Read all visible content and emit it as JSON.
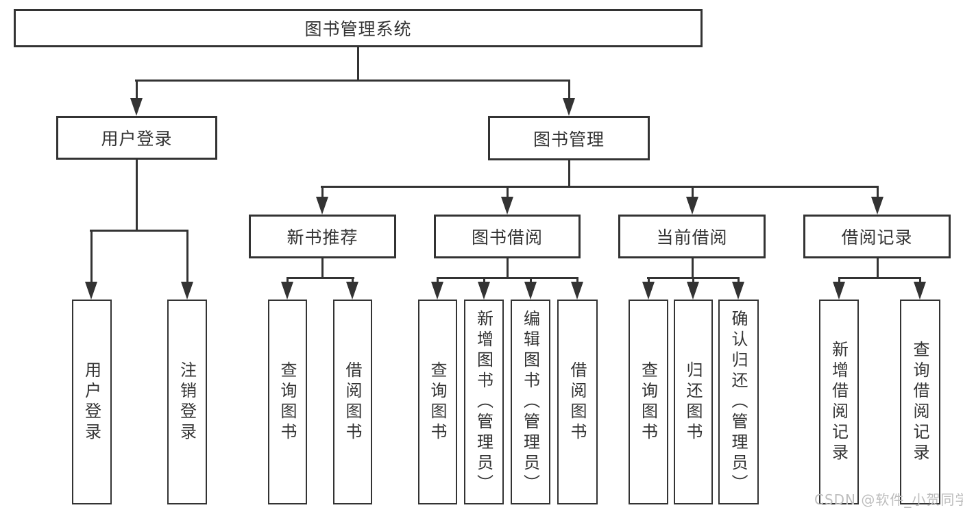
{
  "diagram": {
    "watermark": "CSDN @软件_小贺同学",
    "colors": {
      "line": "#333333",
      "box_border": "#333333",
      "box_bg": "#ffffff",
      "text": "#333333",
      "watermark": "#bdbdbd"
    },
    "tree": {
      "label": "图书管理系统",
      "children": [
        {
          "label": "用户登录",
          "children": [
            {
              "label": "用户登录"
            },
            {
              "label": "注销登录"
            }
          ]
        },
        {
          "label": "图书管理",
          "children": [
            {
              "label": "新书推荐",
              "children": [
                {
                  "label": "查询图书"
                },
                {
                  "label": "借阅图书"
                }
              ]
            },
            {
              "label": "图书借阅",
              "children": [
                {
                  "label": "查询图书"
                },
                {
                  "label": "新增图书（管理员）"
                },
                {
                  "label": "编辑图书（管理员）"
                },
                {
                  "label": "借阅图书"
                }
              ]
            },
            {
              "label": "当前借阅",
              "children": [
                {
                  "label": "查询图书"
                },
                {
                  "label": "归还图书"
                },
                {
                  "label": "确认归还（管理员）"
                }
              ]
            },
            {
              "label": "借阅记录",
              "children": [
                {
                  "label": "新增借阅记录"
                },
                {
                  "label": "查询借阅记录"
                }
              ]
            }
          ]
        }
      ]
    }
  }
}
